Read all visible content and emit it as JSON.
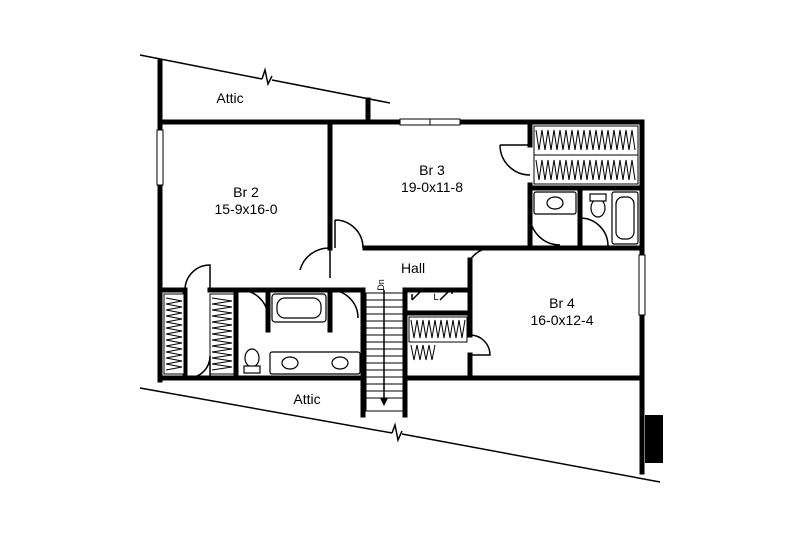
{
  "rooms": {
    "attic_top": {
      "name": "Attic"
    },
    "br2": {
      "name": "Br 2",
      "size": "15-9x16-0"
    },
    "br3": {
      "name": "Br 3",
      "size": "19-0x11-8"
    },
    "br4": {
      "name": "Br 4",
      "size": "16-0x12-4"
    },
    "hall": {
      "name": "Hall"
    },
    "attic_bottom": {
      "name": "Attic"
    }
  },
  "annotations": {
    "stair_direction": "Dn",
    "linen_closet": "L"
  }
}
